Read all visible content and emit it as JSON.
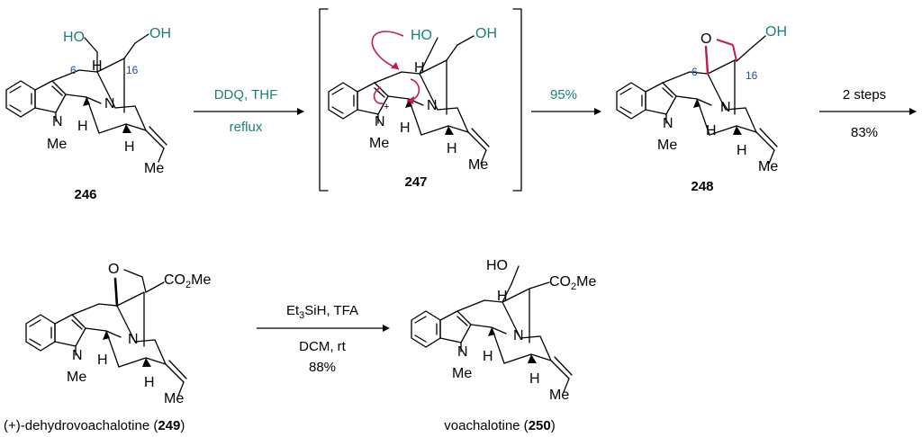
{
  "compounds": [
    {
      "id": "246",
      "label": "246"
    },
    {
      "id": "247",
      "label": "247"
    },
    {
      "id": "248",
      "label": "248"
    },
    {
      "id": "249",
      "name_prefix": "(+)-dehydrovoachalotine (",
      "label": "249",
      "name_suffix": ")"
    },
    {
      "id": "250",
      "name_prefix": "voachalotine (",
      "label": "250",
      "name_suffix": ")"
    }
  ],
  "atom_labels": {
    "HO": "HO",
    "OH": "OH",
    "O": "O",
    "N": "N",
    "H": "H",
    "Me": "Me",
    "CO2Me_main": "CO",
    "CO2Me_sub": "2",
    "CO2Me_tail": "Me",
    "plus": "+",
    "pos6": "6",
    "pos16": "16"
  },
  "steps": [
    {
      "id": "step1",
      "top": "DDQ, THF",
      "bottom": "reflux"
    },
    {
      "id": "step2",
      "top": "95%"
    },
    {
      "id": "step3",
      "top": "2 steps",
      "bottom": "83%"
    },
    {
      "id": "step4",
      "top_main": "Et",
      "top_sub1": "3",
      "top_mid": "SiH, TFA",
      "middle": "DCM, rt",
      "bottom": "88%"
    }
  ],
  "colors": {
    "teal": "#1a7f7a",
    "blue_numbers": "#1f4e96",
    "highlight_bonds": "#c2185b"
  }
}
